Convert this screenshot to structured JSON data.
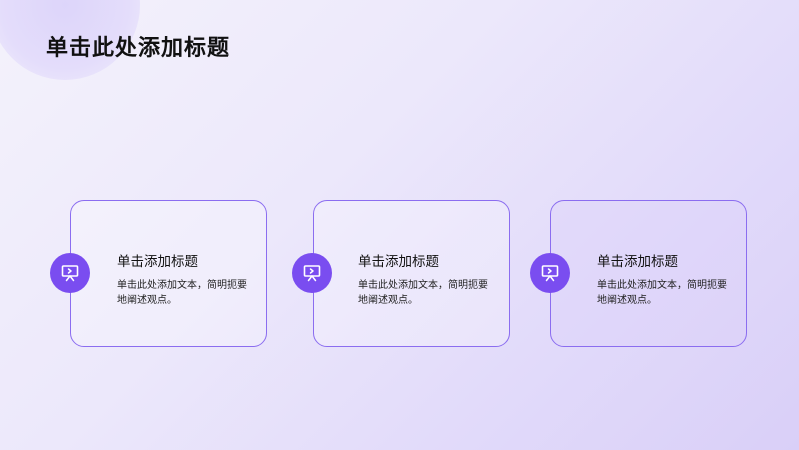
{
  "slide": {
    "title": "单击此处添加标题"
  },
  "cards": [
    {
      "heading": "单击添加标题",
      "body": "单击此处添加文本，简明扼要地阐述观点。",
      "icon": "presentation-board-icon"
    },
    {
      "heading": "单击添加标题",
      "body": "单击此处添加文本，简明扼要地阐述观点。",
      "icon": "presentation-board-icon"
    },
    {
      "heading": "单击添加标题",
      "body": "单击此处添加文本，简明扼要地阐述观点。",
      "icon": "presentation-board-icon"
    }
  ],
  "colors": {
    "accent": "#7a4df0",
    "border": "#8b6df0"
  }
}
